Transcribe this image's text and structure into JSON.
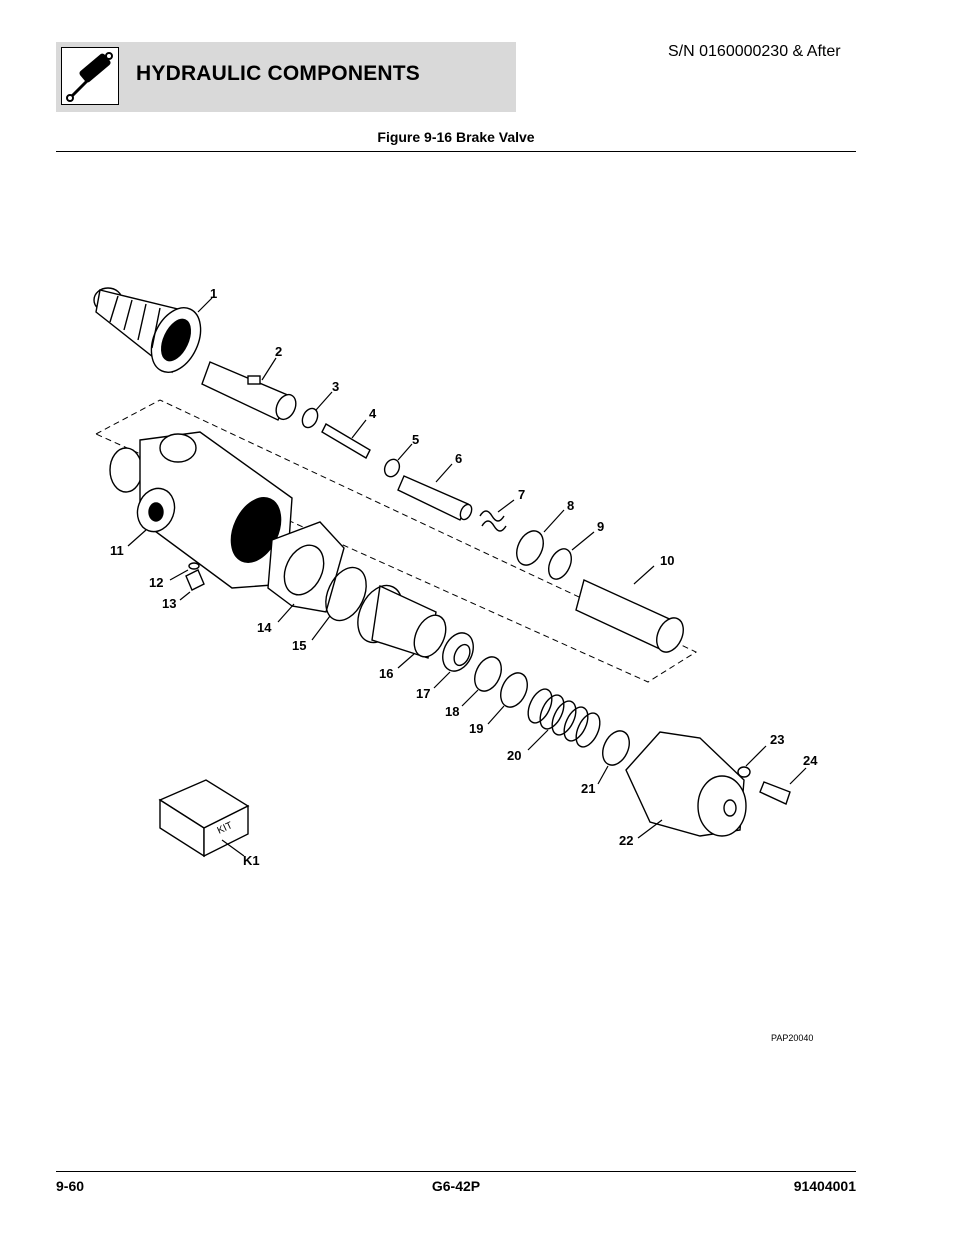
{
  "header": {
    "section_title": "HYDRAULIC COMPONENTS",
    "serial": "S/N 0160000230 & After",
    "icon": "hydraulic-cylinder-icon"
  },
  "figure": {
    "title": "Figure 9-16 Brake Valve",
    "image_code": "PAP20040",
    "kit_text": "KIT",
    "callouts": [
      "1",
      "2",
      "3",
      "4",
      "5",
      "6",
      "7",
      "8",
      "9",
      "10",
      "11",
      "12",
      "13",
      "14",
      "15",
      "16",
      "17",
      "18",
      "19",
      "20",
      "21",
      "22",
      "23",
      "24",
      "K1"
    ]
  },
  "footer": {
    "page": "9-60",
    "model": "G6-42P",
    "doc_number": "91404001"
  }
}
